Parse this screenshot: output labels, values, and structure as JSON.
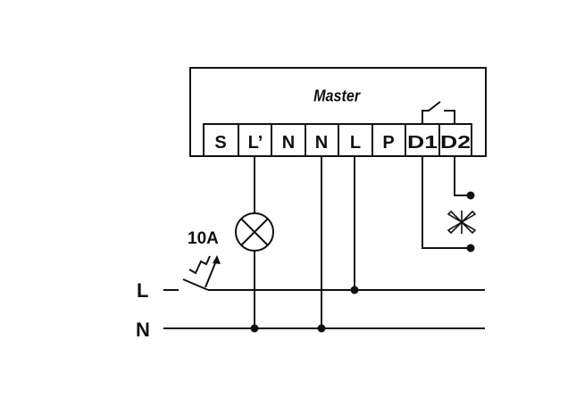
{
  "device": {
    "title": "Master"
  },
  "terminals": [
    "S",
    "L’",
    "N",
    "N",
    "L",
    "P",
    "D1",
    "D2"
  ],
  "lines": {
    "live": "L",
    "neutral": "N"
  },
  "breaker": {
    "rating": "10A"
  },
  "colors": {
    "ink": "#111111",
    "background": "#ffffff"
  }
}
